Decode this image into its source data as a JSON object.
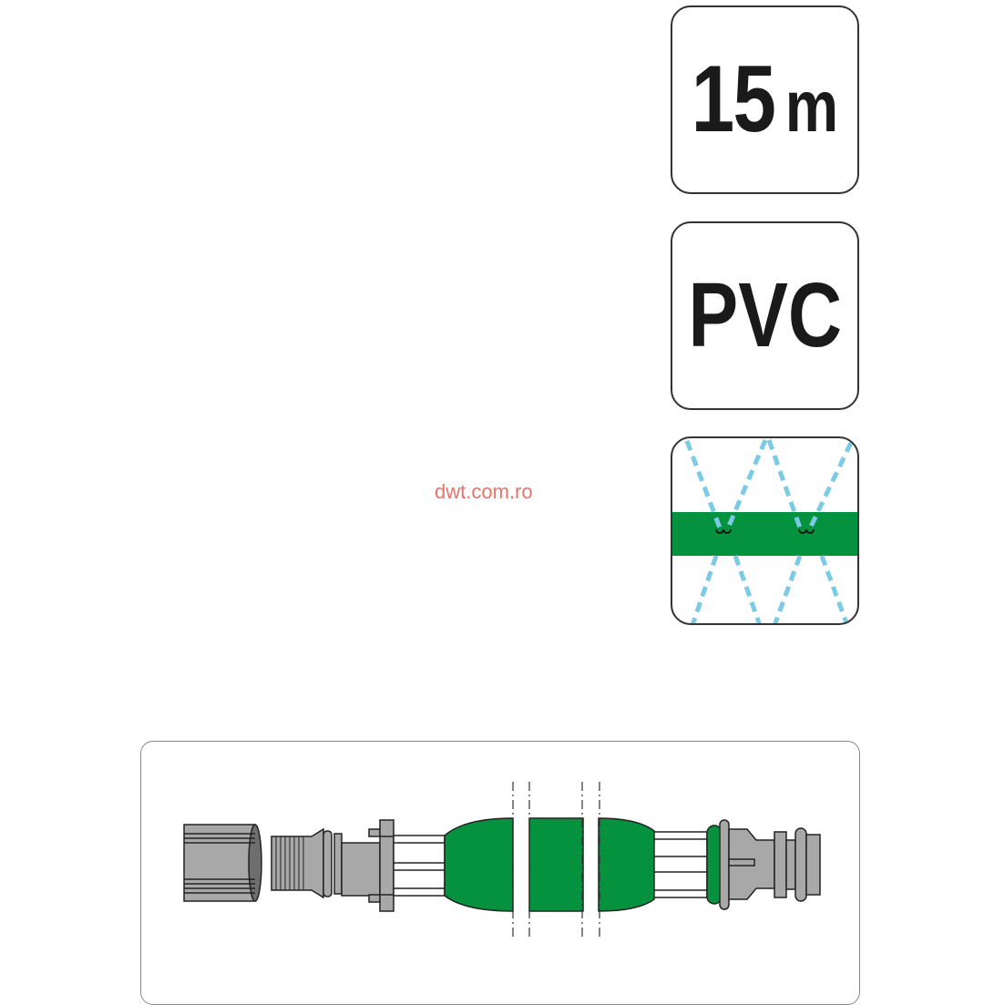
{
  "badges": {
    "length": {
      "value": "15",
      "unit": "m"
    },
    "material": {
      "label": "PVC"
    },
    "feature_icon": "sprinkler-hose-icon"
  },
  "watermark": "dwt.com.ro",
  "colors": {
    "hose_green": "#04923f",
    "spray_blue": "#7ccbe4",
    "fitting_gray": "#a8a8a8",
    "watermark": "#e8736b"
  },
  "diagram": {
    "icon": "hose-with-connectors-diagram"
  }
}
